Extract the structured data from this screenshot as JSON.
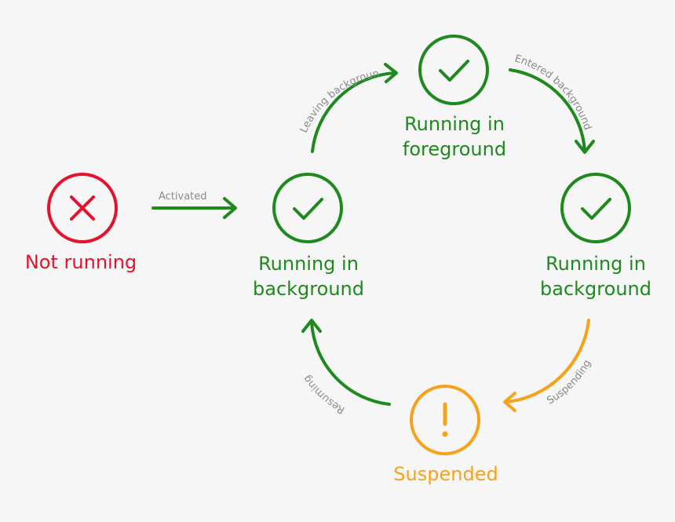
{
  "colors": {
    "running": "#1e8a1e",
    "not_running": "#e8112d",
    "suspended": "#f7a21b",
    "edge_label": "#8a8a8a",
    "background": "#f6f6f6"
  },
  "nodes": {
    "not_running": {
      "label": "Not running",
      "icon": "x-icon"
    },
    "running_background_left": {
      "line1": "Running in",
      "line2": "background",
      "icon": "check-icon"
    },
    "running_foreground": {
      "line1": "Running in",
      "line2": "foreground",
      "icon": "check-icon"
    },
    "running_background_right": {
      "line1": "Running in",
      "line2": "background",
      "icon": "check-icon"
    },
    "suspended": {
      "label": "Suspended",
      "icon": "exclamation-icon"
    }
  },
  "edges": {
    "activated": "Activated",
    "leaving_background": "Leaving background",
    "entered_background": "Entered background",
    "suspending": "Suspending",
    "resuming": "Resuming"
  }
}
